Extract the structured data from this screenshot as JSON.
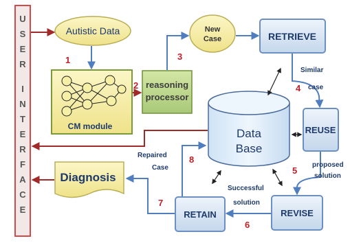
{
  "user_interface": {
    "letters": [
      "U",
      "S",
      "E",
      "R",
      "I",
      "N",
      "T",
      "E",
      "R",
      "F",
      "A",
      "C",
      "E"
    ]
  },
  "nodes": {
    "autistic_data": "Autistic Data",
    "cm_module": "CM module",
    "reasoning_processor": [
      "reasoning",
      "processor"
    ],
    "new_case": [
      "New",
      "Case"
    ],
    "retrieve": "RETRIEVE",
    "reuse": "REUSE",
    "revise": "REVISE",
    "retain": "RETAIN",
    "database": [
      "Data",
      "Base"
    ],
    "diagnosis": "Diagnosis"
  },
  "edge_labels": {
    "similar_case": [
      "Similar",
      "case"
    ],
    "proposed_solution": [
      "proposed",
      "solution"
    ],
    "successful_solution": [
      "Successful",
      "solution"
    ],
    "repaired_case": [
      "Repaired",
      "Case"
    ]
  },
  "step_numbers": [
    "1",
    "2",
    "3",
    "4",
    "5",
    "6",
    "7",
    "8"
  ],
  "colors": {
    "ui_bar_border": "#d04a4a",
    "ui_bar_fill": "#f2e8e8",
    "ui_letters": "#555555",
    "step_numbers": "#c0202a",
    "yellow_fill": "#f6efa6",
    "green_fill": "#b9d486",
    "blue_box_fill": "#d8e6f4",
    "blue_box_border": "#6b8fc0",
    "blue_text": "#1e3a6b",
    "cylinder_fill": "#dfeefa",
    "blue_arrow": "#4f7dbd",
    "red_arrow": "#a02a2a"
  }
}
